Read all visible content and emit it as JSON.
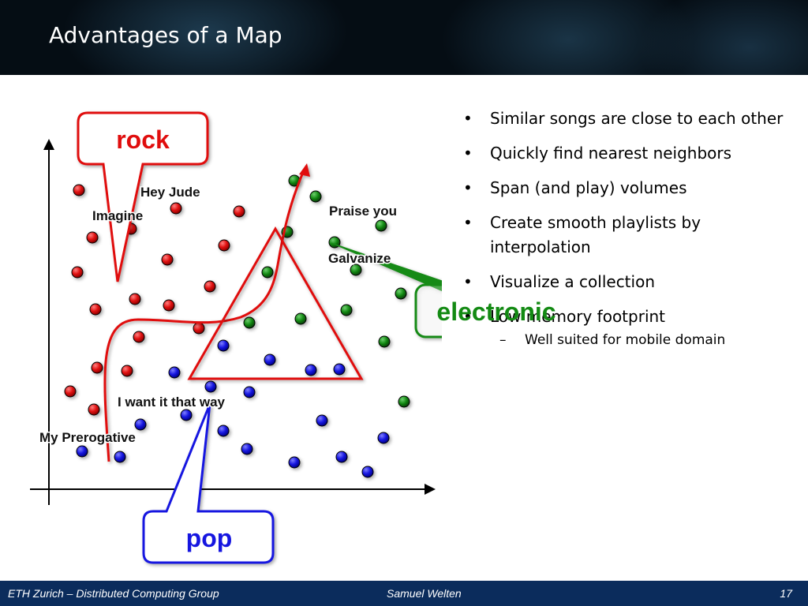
{
  "slide": {
    "title": "Advantages of a Map",
    "footer": {
      "left": "ETH Zurich – Distributed Computing Group",
      "center": "Samuel Welten",
      "page": "17"
    }
  },
  "diagram": {
    "colors": {
      "rock": "#e01010",
      "electronic": "#138a13",
      "pop": "#1616e0",
      "axis": "#000000"
    },
    "song_labels": {
      "hey_jude": "Hey Jude",
      "imagine": "Imagine",
      "praise_you": "Praise you",
      "galvanize": "Galvanize",
      "i_want_it_that_way": "I want it that way",
      "my_prerogative": "My Prerogative"
    },
    "genre_tags": {
      "rock": "rock",
      "electronic": "electronic",
      "pop": "pop"
    }
  },
  "bullets": [
    {
      "text": "Similar songs are close to each other"
    },
    {
      "text": "Quickly find nearest neighbors"
    },
    {
      "text": "Span (and play) volumes"
    },
    {
      "text": "Create smooth playlists by interpolation"
    },
    {
      "text": "Visualize a collection"
    },
    {
      "text": "Low memory footprint",
      "sub": [
        "Well suited for mobile domain"
      ]
    }
  ]
}
